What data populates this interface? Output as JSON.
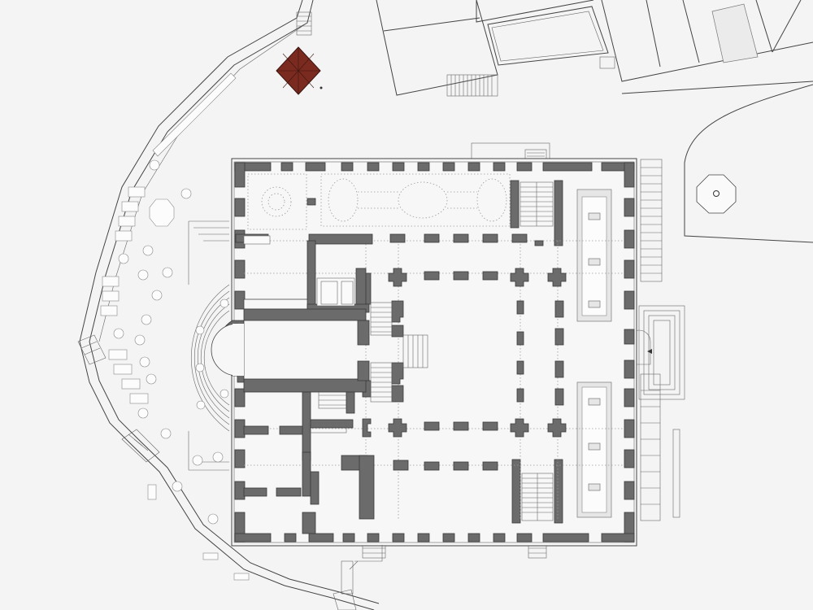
{
  "colors": {
    "background": "#f4f4f4",
    "wall": "#6b6b6b",
    "wall_outline": "#3a3a3a",
    "pavilion_roof": "#7a2a1e",
    "line": "#444444"
  },
  "icons": {
    "pavilion": "square-hip-roof",
    "fountain": "octagon",
    "entrance": "triangle-arrow"
  }
}
